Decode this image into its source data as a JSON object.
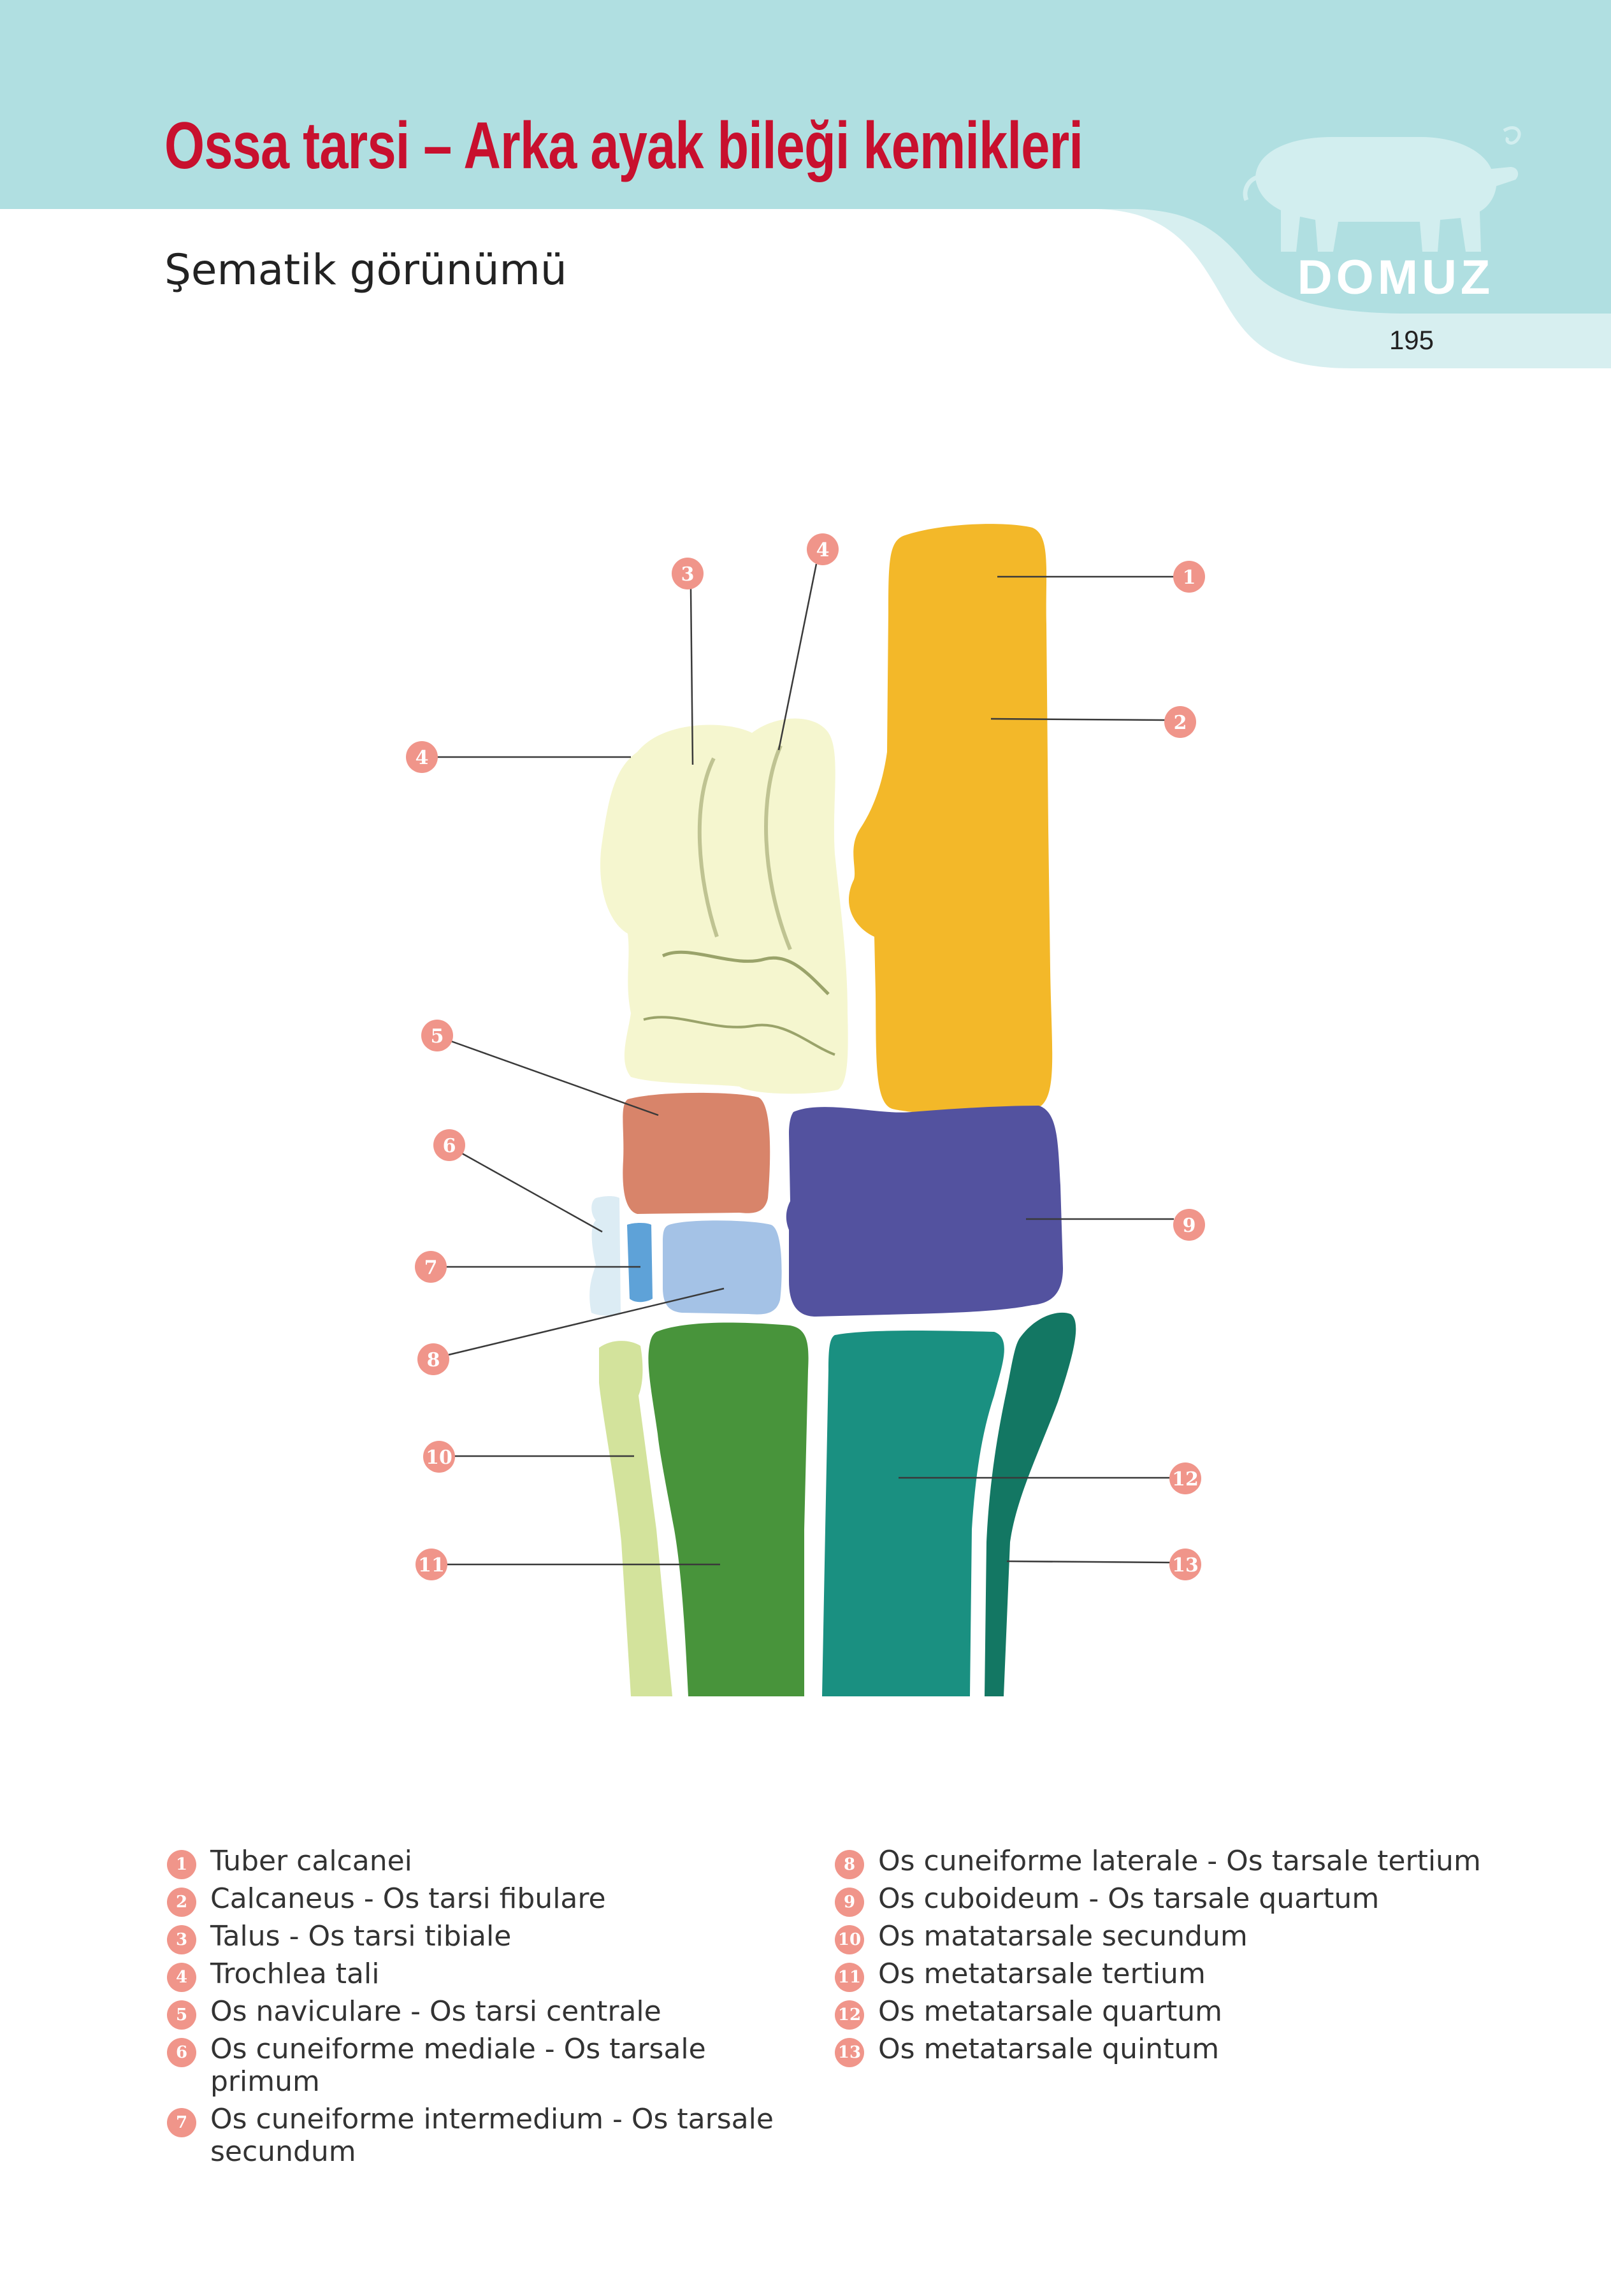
{
  "header": {
    "title": "Ossa tarsi – Arka ayak bileği kemikleri",
    "subtitle": "Şematik görünümü",
    "species": "DOMUZ",
    "page_number": "195",
    "icon": "pig-icon",
    "colors": {
      "band": "#b0dfe1",
      "band_light": "#d7eff0",
      "title": "#c8102e",
      "callout": "#f0958a"
    }
  },
  "diagram": {
    "bones": [
      {
        "id": "calcaneus",
        "color": "#f3b829"
      },
      {
        "id": "talus",
        "color": "#f5f6cf"
      },
      {
        "id": "os-centrale",
        "color": "#d8846a"
      },
      {
        "id": "cuneiforme-mediale",
        "color": "#dcecf4"
      },
      {
        "id": "cuneiforme-intermedium",
        "color": "#5ea2d8"
      },
      {
        "id": "cuneiforme-laterale",
        "color": "#a4c2e6"
      },
      {
        "id": "cuboideum",
        "color": "#53529f"
      },
      {
        "id": "metatarsale-2",
        "color": "#d3e39c"
      },
      {
        "id": "metatarsale-3",
        "color": "#48943b"
      },
      {
        "id": "metatarsale-4",
        "color": "#1a9081"
      },
      {
        "id": "metatarsale-5",
        "color": "#137763"
      }
    ],
    "callouts": [
      {
        "num": "1"
      },
      {
        "num": "2"
      },
      {
        "num": "3"
      },
      {
        "num": "4"
      },
      {
        "num": "4"
      },
      {
        "num": "5"
      },
      {
        "num": "6"
      },
      {
        "num": "7"
      },
      {
        "num": "8"
      },
      {
        "num": "9"
      },
      {
        "num": "10"
      },
      {
        "num": "11"
      },
      {
        "num": "12"
      },
      {
        "num": "13"
      }
    ]
  },
  "legend": {
    "left": [
      {
        "num": "1",
        "text": "Tuber calcanei"
      },
      {
        "num": "2",
        "text": "Calcaneus - Os tarsi fibulare"
      },
      {
        "num": "3",
        "text": "Talus - Os tarsi tibiale"
      },
      {
        "num": "4",
        "text": "Trochlea tali"
      },
      {
        "num": "5",
        "text": "Os naviculare - Os tarsi centrale"
      },
      {
        "num": "6",
        "text": "Os cuneiforme mediale - Os tarsale primum"
      },
      {
        "num": "7",
        "text": "Os cuneiforme intermedium - Os tarsale secundum"
      }
    ],
    "right": [
      {
        "num": "8",
        "text": "Os cuneiforme laterale - Os tarsale tertium"
      },
      {
        "num": "9",
        "text": "Os cuboideum - Os tarsale quartum"
      },
      {
        "num": "10",
        "text": "Os matatarsale secundum"
      },
      {
        "num": "11",
        "text": "Os metatarsale tertium"
      },
      {
        "num": "12",
        "text": "Os metatarsale quartum"
      },
      {
        "num": "13",
        "text": "Os metatarsale quintum"
      }
    ]
  }
}
